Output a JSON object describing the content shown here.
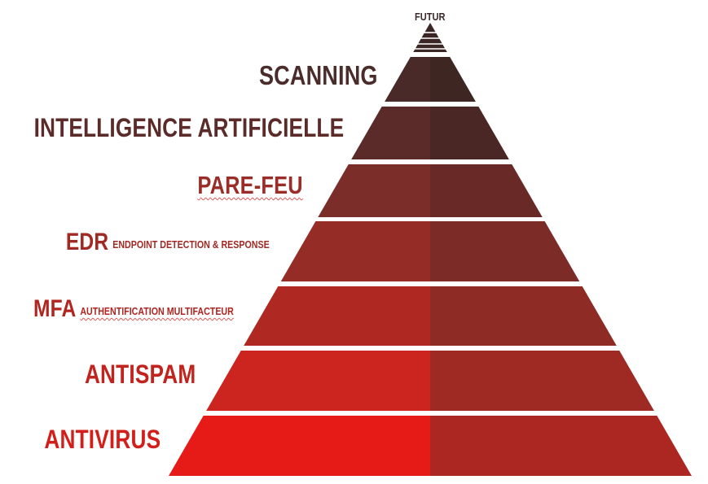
{
  "diagram": {
    "apex_label": "FUTUR",
    "levels": [
      {
        "label": "SCANNING",
        "sublabel": "",
        "color": "#4a2a28",
        "shade": "#3e2623"
      },
      {
        "label": "INTELLIGENCE ARTIFICIELLE",
        "sublabel": "",
        "color": "#5a2b29",
        "shade": "#4a2624"
      },
      {
        "label": "PARE-FEU",
        "sublabel": "",
        "color": "#7a2d29",
        "shade": "#692a27"
      },
      {
        "label": "EDR",
        "sublabel": "ENDPOINT DETECTION & RESPONSE",
        "color": "#962c26",
        "shade": "#7c2b27"
      },
      {
        "label": "MFA",
        "sublabel": "AUTHENTIFICATION MULTIFACTEUR",
        "color": "#b02822",
        "shade": "#8e2b25"
      },
      {
        "label": "ANTISPAM",
        "sublabel": "",
        "color": "#cc2520",
        "shade": "#9e2a23"
      },
      {
        "label": "ANTIVIRUS",
        "sublabel": "",
        "color": "#e61b17",
        "shade": "#ad2722"
      }
    ],
    "label_colors": {
      "SCANNING": "#4a2d2b",
      "INTELLIGENCE ARTIFICIELLE": "#5a2b29",
      "PARE-FEU": "#9a2d28",
      "EDR": "#a12a24",
      "MFA": "#b0251f",
      "ANTISPAM": "#c2231d",
      "ANTIVIRUS": "#d21f1a"
    }
  }
}
